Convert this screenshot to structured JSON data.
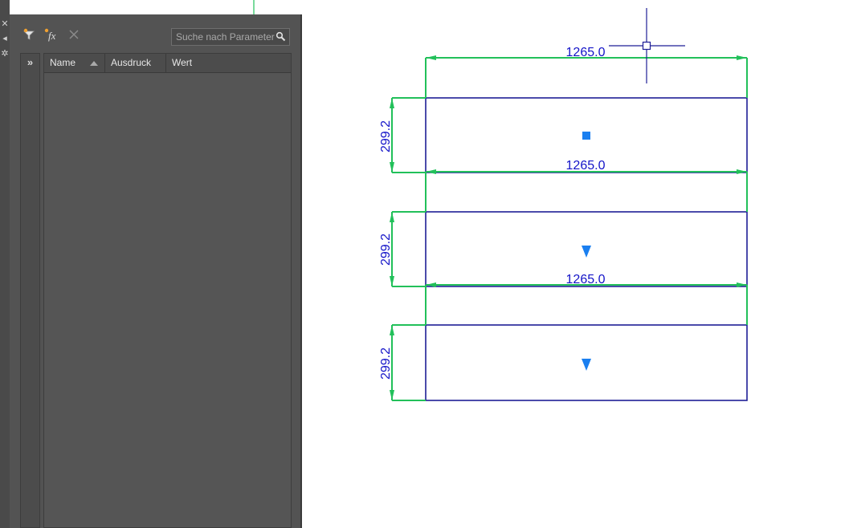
{
  "palette": {
    "search_placeholder": "Suche nach Parameter",
    "columns": [
      "Name",
      "Ausdruck",
      "Wert"
    ],
    "expander_label": "»",
    "strip_icons": [
      "close-icon",
      "pin-icon",
      "settings-icon"
    ],
    "toolbar_icons": [
      "parameter-filter-icon",
      "new-user-parameter-fx-icon",
      "delete-icon"
    ]
  },
  "drawing": {
    "dimensions": {
      "top_width": "1265.0",
      "mid_width_1": "1265.0",
      "mid_width_2": "1265.0",
      "height_1": "299.2",
      "height_2": "299.2",
      "height_3": "299.2"
    },
    "colors": {
      "geometry": "#1e1e96",
      "dimension": "#22c05a",
      "grip": "#1a7ff0",
      "dim_text": "#1414c8",
      "panel_bg": "#535353"
    }
  }
}
